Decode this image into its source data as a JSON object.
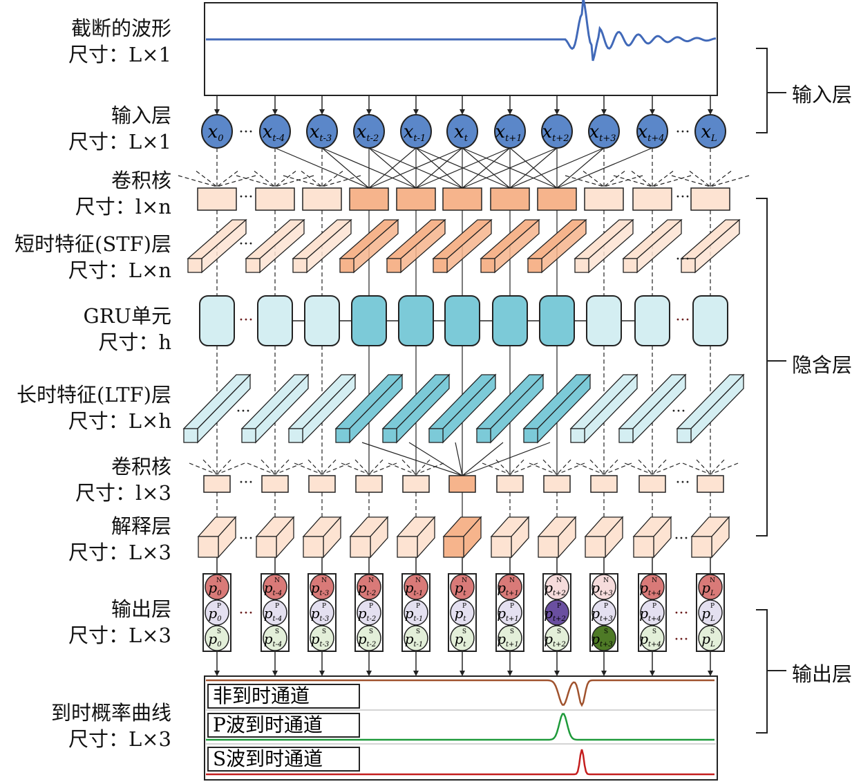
{
  "left_labels": [
    {
      "l1": "截断的波形",
      "l2": "尺寸：L×1"
    },
    {
      "l1": "输入层",
      "l2": "尺寸：L×1"
    },
    {
      "l1": "卷积核",
      "l2": "尺寸：l×n"
    },
    {
      "l1": "短时特征(STF)层",
      "l2": "尺寸：L×n"
    },
    {
      "l1": "GRU单元",
      "l2": "尺寸：h"
    },
    {
      "l1": "长时特征(LTF)层",
      "l2": "尺寸：L×h"
    },
    {
      "l1": "卷积核",
      "l2": "尺寸：l×3"
    },
    {
      "l1": "解释层",
      "l2": "尺寸：L×3"
    },
    {
      "l1": "输出层",
      "l2": "尺寸：L×3"
    },
    {
      "l1": "到时概率曲线",
      "l2": "尺寸：L×3"
    }
  ],
  "right_labels": {
    "input": "输入层",
    "hidden": "隐含层",
    "output": "输出层"
  },
  "channels": [
    "非到时通道",
    "P波到时通道",
    "S波到时通道"
  ],
  "input_symbol": "x",
  "output_symbol": "p",
  "output_channels": [
    "N",
    "P",
    "S"
  ],
  "subscripts": [
    "0",
    "t-4",
    "t-3",
    "t-2",
    "t-1",
    "t",
    "t+1",
    "t+2",
    "t+3",
    "t+4",
    "L"
  ],
  "highlight_conv1": [
    3,
    4,
    5,
    6,
    7
  ],
  "highlight_conv2": [
    5
  ],
  "highlight_p": [
    7
  ],
  "highlight_s": [
    8
  ],
  "low_n": [
    7,
    8
  ],
  "colors": {
    "wave": "#4169b8",
    "input": "#5b87c9",
    "conv_hi": "#f6b48c",
    "conv_lo": "#fde3d2",
    "gru_hi": "#7ccad8",
    "gru_lo": "#d4eef2",
    "n": "#d97a78",
    "n_lo": "#f6dcdc",
    "p": "#e4e0f0",
    "p_hi": "#6a4fa0",
    "s": "#e3efd9",
    "s_hi": "#4e7a26",
    "curve_n": "#a0522d",
    "curve_p": "#1e9a3a",
    "curve_s": "#c41e1e"
  }
}
